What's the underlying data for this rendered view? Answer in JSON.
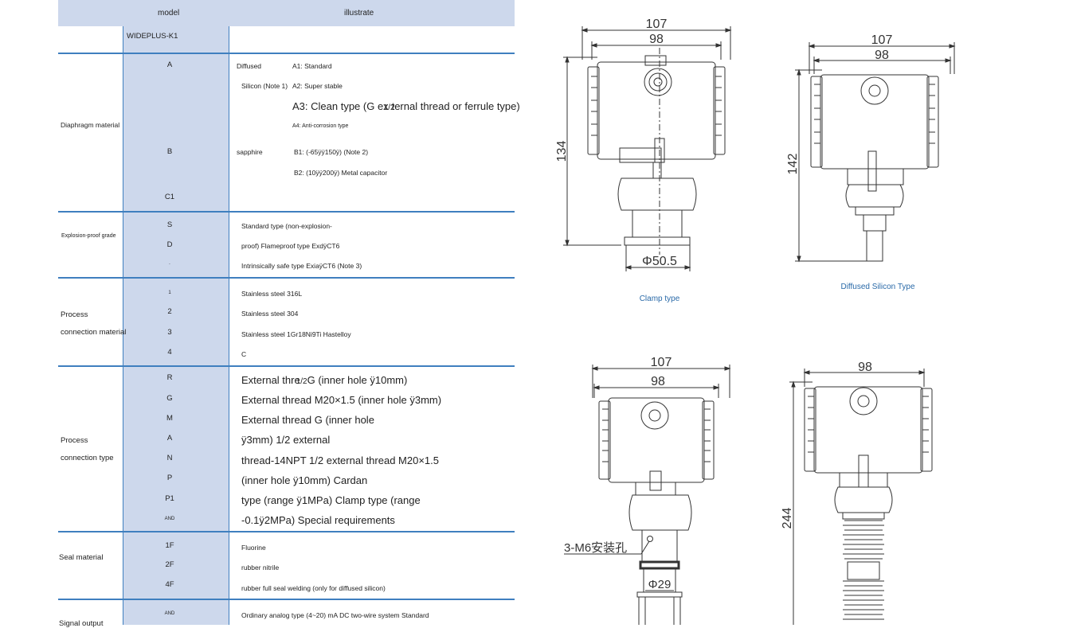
{
  "header": {
    "model": "model",
    "illustrate": "illustrate"
  },
  "model_name": "WIDEPLUS-K1",
  "sections": {
    "diaphragm": {
      "label": "Diaphragm material",
      "codes": [
        "A",
        "B",
        "C1"
      ],
      "lines": {
        "diffused": "Diffused",
        "silicon": "Silicon (Note 1)",
        "a1": "A1: Standard",
        "a2": "A2: Super stable",
        "a3_part1": "A3: Clean type (G ex",
        "a3_frac": "1/2",
        "a3_part2": "ternal thread or ferrule type)",
        "a4": "A4: Anti-corrosion type",
        "sapphire": "sapphire",
        "b1": "B1: (-65ÿÿ150ÿ) (Note 2)",
        "b2": "B2: (10ÿÿ200ÿ) Metal capacitor"
      }
    },
    "explosion": {
      "label": "Explosion-proof grade",
      "codes": [
        "S",
        "D",
        "."
      ],
      "lines": [
        "Standard type (non-explosion-",
        "proof) Flameproof type ExdÿCT6",
        "Intrinsically safe type ExiaÿCT6 (Note 3)"
      ]
    },
    "process_material": {
      "label_line1": "Process",
      "label_line2": "connection material",
      "codes": [
        "1",
        "2",
        "3",
        "4"
      ],
      "lines": [
        "Stainless steel 316L",
        "Stainless steel 304",
        "Stainless steel 1Gr18Ni9Ti Hastelloy",
        "C"
      ]
    },
    "process_type": {
      "label_line1": "Process",
      "label_line2": "connection type",
      "codes": [
        "R",
        "G",
        "M",
        "A",
        "N",
        "P",
        "P1",
        "AND"
      ],
      "line1_part1": "External thre",
      "line1_frac": "1/2",
      "line1_part2": "G (inner hole ÿ10mm)",
      "lines": [
        "External thread M20×1.5 (inner hole ÿ3mm)",
        "External thread G (inner hole",
        "ÿ3mm) 1/2 external",
        "thread-14NPT 1/2 external thread M20×1.5",
        "(inner hole ÿ10mm) Cardan",
        "type (range ÿ1MPa) Clamp type (range",
        "-0.1ÿ2MPa) Special requirements"
      ]
    },
    "seal": {
      "label": "Seal material",
      "codes": [
        "1F",
        "2F",
        "4F"
      ],
      "lines": [
        "Fluorine",
        "rubber nitrile",
        "rubber full seal welding (only for diffused silicon)"
      ]
    },
    "signal": {
      "label": "Signal output",
      "codes": [
        "AND"
      ],
      "lines": [
        "Ordinary analog type (4~20) mA DC two-wire system Standard"
      ]
    }
  },
  "drawings": {
    "clamp": {
      "caption": "Clamp type",
      "dim_width_outer": "107",
      "dim_width_inner": "98",
      "dim_height": "134",
      "dim_diameter": "Φ50.5"
    },
    "diffused": {
      "caption": "Diffused Silicon Type",
      "dim_width_outer": "107",
      "dim_width_inner": "98",
      "dim_height": "142"
    },
    "bottom_left": {
      "dim_width_outer": "107",
      "dim_width_inner": "98",
      "mount_label": "3-M6安装孔",
      "dim_diameter": "Φ29"
    },
    "bottom_right": {
      "dim_width": "98",
      "dim_height": "244"
    }
  },
  "colors": {
    "header_bg": "#cdd8ec",
    "rule": "#3f7fbf",
    "caption": "#2a6aa8"
  }
}
